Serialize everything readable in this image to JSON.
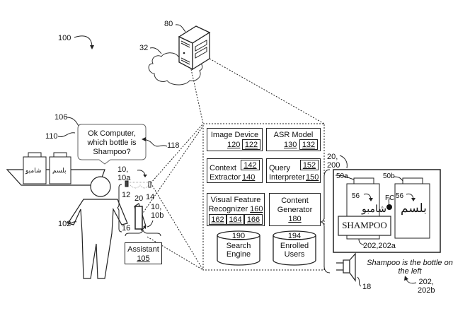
{
  "figure": {
    "ref_system": "100",
    "ref_server": "80",
    "ref_network": "32",
    "ref_user": "102",
    "ref_speech": "106",
    "ref_query": "110",
    "ref_query_arrow": "118",
    "query_text": [
      "Ok Computer,",
      "which bottle is",
      "Shampoo?"
    ],
    "ref_device_10a": [
      "10,",
      "10a"
    ],
    "ref_device_10b": [
      "10,",
      "10b"
    ],
    "ref_camera_left": "12",
    "ref_glasses": "20",
    "ref_camera_right": "14",
    "ref_phone": "16",
    "assistant": {
      "label": "Assistant",
      "ref": "105"
    },
    "shelf_bottles": [
      "شامبو",
      "بلسم"
    ]
  },
  "modules": {
    "image_device": {
      "label": "Image Device",
      "ref": "120",
      "sub": "122"
    },
    "asr_model": {
      "label": "ASR Model",
      "ref": "130",
      "sub": "132"
    },
    "context_extractor": {
      "label1": "Context",
      "label2": "Extractor",
      "ref": "140",
      "sub": "142"
    },
    "query_interpreter": {
      "label1": "Query",
      "label2": "Interpreter",
      "ref": "150",
      "sub": "152"
    },
    "visual_feature": {
      "label1": "Visual Feature",
      "label2": "Recognizer",
      "ref": "160",
      "subs": [
        "162",
        "164",
        "166"
      ]
    },
    "content_generator": {
      "label1": "Content",
      "label2": "Generator",
      "ref": "180"
    },
    "search_engine": {
      "ref": "190",
      "label1": "Search",
      "label2": "Engine"
    },
    "enrolled_users": {
      "ref": "194",
      "label1": "Enrolled",
      "label2": "Users"
    }
  },
  "output": {
    "ref_display": [
      "20,",
      "200"
    ],
    "bottle_a": {
      "ref": "50a",
      "text_ref": "56",
      "arabic": "شامبو"
    },
    "bottle_b": {
      "ref": "50b",
      "text_ref": "56",
      "arabic": "بلسم"
    },
    "focus_ref": "FC",
    "shampoo_label": "SHAMPOO",
    "ref_overlay": "202,202a",
    "ref_speaker": "18",
    "spoken_response": [
      "Shampoo is the bottle on",
      "the left"
    ],
    "ref_response": [
      "202,",
      "202b"
    ]
  }
}
